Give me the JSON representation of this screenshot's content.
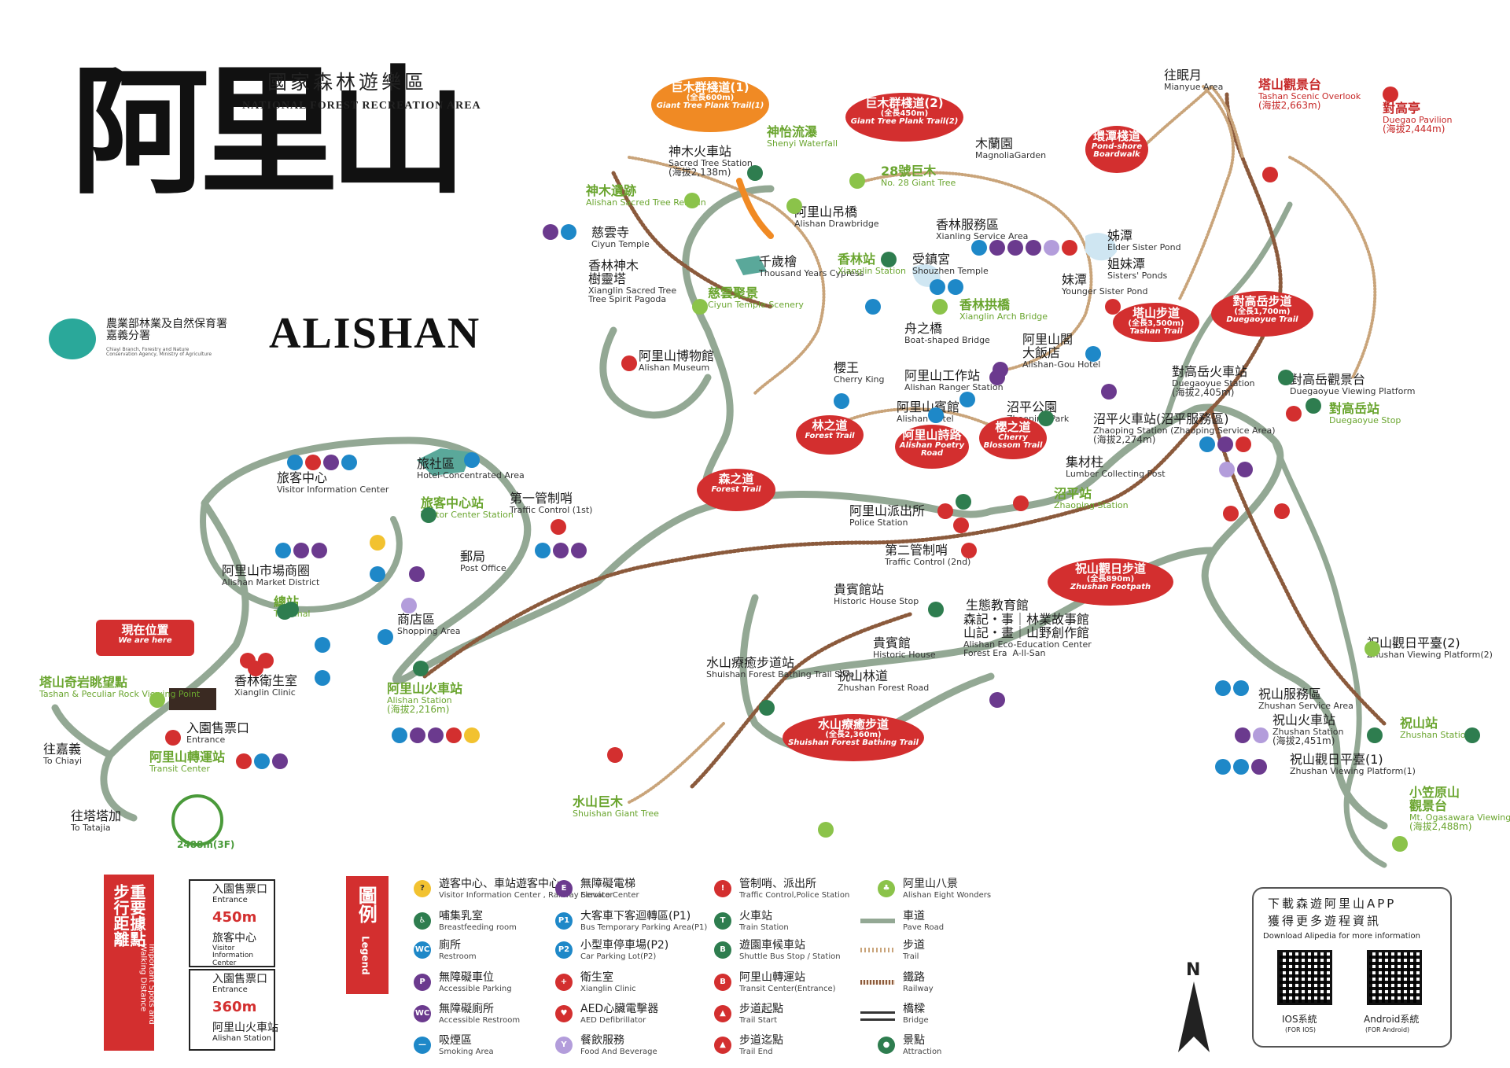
{
  "title": {
    "big": "阿里山",
    "zh": "國家森林遊樂區",
    "en": "NATIONAL FOREST RECREATION AREA",
    "alishan": "ALISHAN",
    "agency_zh": "農業部林業及自然保育署\n嘉義分署",
    "agency_en": "Chiayi Branch, Forestry and Nature Conservation Agency, Ministry of Agriculture"
  },
  "colors": {
    "road": "#93a894",
    "trail": "#c9a47a",
    "railway": "#8b5a3c",
    "red": "#d32f2f",
    "orange": "#f08a24",
    "green": "#6aa52f"
  },
  "labels": [
    {
      "zh": "往眠月",
      "en": "Mianyue Area"
    },
    {
      "zh": "神木火車站",
      "en": "Sacred Tree Station",
      "extra": "(海拔2,138m)"
    },
    {
      "zh": "神怡流瀑",
      "en": "Shenyi Waterfall"
    },
    {
      "zh": "28號巨木",
      "en": "No. 28 Giant Tree"
    },
    {
      "zh": "木蘭園",
      "en": "MagnoliaGarden"
    },
    {
      "zh": "神木遺跡",
      "en": "Alishan Sacred Tree Remain"
    },
    {
      "zh": "慈雲寺",
      "en": "Ciyun Temple"
    },
    {
      "zh": "阿里山吊橋",
      "en": "Alishan Drawbridge"
    },
    {
      "zh": "香林服務區",
      "en": "Xianling Service Area"
    },
    {
      "zh": "香林神木\n樹靈塔",
      "en": "Xianglin Sacred Tree\nTree Spirit Pagoda"
    },
    {
      "zh": "千歲檜",
      "en": "Thousand Years Cypress"
    },
    {
      "zh": "香林站",
      "en": "Xianglin Station"
    },
    {
      "zh": "受鎮宮",
      "en": "Shouzhen Temple"
    },
    {
      "zh": "姊潭",
      "en": "Elder Sister Pond"
    },
    {
      "zh": "姐妹潭",
      "en": "Sisters' Ponds"
    },
    {
      "zh": "妹潭",
      "en": "Younger Sister Pond"
    },
    {
      "zh": "慈雲聚景",
      "en": "Ciyun Temple Scenery"
    },
    {
      "zh": "香林拱橋",
      "en": "Xianglin Arch Bridge"
    },
    {
      "zh": "舟之橋",
      "en": "Boat-shaped Bridge"
    },
    {
      "zh": "阿里山閣\n大飯店",
      "en": "Alishan-Gou Hotel"
    },
    {
      "zh": "阿里山博物館",
      "en": "Alishan Museum"
    },
    {
      "zh": "櫻王",
      "en": "Cherry King"
    },
    {
      "zh": "阿里山工作站",
      "en": "Alishan Ranger Station"
    },
    {
      "zh": "阿里山賓館",
      "en": "Alishan Hotel"
    },
    {
      "zh": "沼平公園",
      "en": "Zhaoping Park"
    },
    {
      "zh": "沼平火車站(沼平服務區)",
      "en": "Zhaoping Station (Zhaoping Service Area)",
      "extra": "(海拔2,274m)"
    },
    {
      "zh": "集材柱",
      "en": "Lumber Collecting Post"
    },
    {
      "zh": "沼平站",
      "en": "Zhaoping Station"
    },
    {
      "zh": "對高岳火車站",
      "en": "Duegaoyue Station",
      "extra": "(海拔2,405m)"
    },
    {
      "zh": "對高岳觀景台",
      "en": "Duegaoyue Viewing Platform"
    },
    {
      "zh": "對高岳站",
      "en": "Duegaoyue Stop"
    },
    {
      "zh": "塔山觀景台",
      "en": "Tashan Scenic Overlook",
      "extra": "(海拔2,663m)"
    },
    {
      "zh": "對高亭",
      "en": "Duegao Pavilion",
      "extra": "(海拔2,444m)"
    },
    {
      "zh": "旅社區",
      "en": "Hotel-Concentrated Area"
    },
    {
      "zh": "旅客中心",
      "en": "Visitor Information Center"
    },
    {
      "zh": "旅客中心站",
      "en": "Visitor Center Station"
    },
    {
      "zh": "第一管制哨",
      "en": "Traffic Control (1st)"
    },
    {
      "zh": "阿里山派出所",
      "en": "Police Station"
    },
    {
      "zh": "第二管制哨",
      "en": "Traffic Control (2nd)"
    },
    {
      "zh": "郵局",
      "en": "Post Office"
    },
    {
      "zh": "阿里山市場商圈",
      "en": "Alishan Market District"
    },
    {
      "zh": "總站",
      "en": "Terminal"
    },
    {
      "zh": "商店區",
      "en": "Shopping Area"
    },
    {
      "zh": "貴賓館站",
      "en": "Historic House Stop"
    },
    {
      "zh": "生態教育館",
      "en": ""
    },
    {
      "zh": "森記・事｜林業故事館\n山記・畫｜山野創作館",
      "en": "Alishan Eco-Education Center\nForest Era  A-ll-San"
    },
    {
      "zh": "貴賓館",
      "en": "Historic House"
    },
    {
      "zh": "祝山林道",
      "en": "Zhushan Forest Road"
    },
    {
      "zh": "水山療癒步道站",
      "en": "Shuishan Forest Bathing Trail Stop"
    },
    {
      "zh": "香林衛生室",
      "en": "Xianglin Clinic"
    },
    {
      "zh": "阿里山火車站",
      "en": "Alishan Station",
      "extra": "(海拔2,216m)"
    },
    {
      "zh": "塔山奇岩眺望點",
      "en": "Tashan & Peculiar Rock Viewing Point"
    },
    {
      "zh": "入園售票口",
      "en": "Entrance"
    },
    {
      "zh": "往嘉義",
      "en": "To Chiayi"
    },
    {
      "zh": "阿里山轉運站",
      "en": "Transit Center"
    },
    {
      "zh": "往塔塔加",
      "en": "To Tatajia"
    },
    {
      "zh": "水山巨木",
      "en": "Shuishan Giant Tree"
    },
    {
      "zh": "祝山觀日平臺(2)",
      "en": "Zhushan Viewing Platform(2)"
    },
    {
      "zh": "祝山服務區",
      "en": "Zhushan Service Area"
    },
    {
      "zh": "祝山火車站",
      "en": "Zhushan Station",
      "extra": "(海拔2,451m)"
    },
    {
      "zh": "祝山站",
      "en": "Zhushan Station"
    },
    {
      "zh": "祝山觀日平臺(1)",
      "en": "Zhushan Viewing Platform(1)"
    },
    {
      "zh": "小笠原山\n觀景台",
      "en": "Mt. Ogasawara Viewing Platform",
      "extra": "(海拔2,488m)"
    }
  ],
  "bubbles": [
    {
      "zh": "巨木群棧道(1)",
      "len": "(全長600m)",
      "en": "Giant Tree Plank Trail(1)"
    },
    {
      "zh": "巨木群棧道(2)",
      "len": "(全長450m)",
      "en": "Giant Tree Plank Trail(2)"
    },
    {
      "zh": "環潭棧道",
      "len": "",
      "en": "Pond-shore Boardwalk"
    },
    {
      "zh": "塔山步道",
      "len": "(全長3,500m)",
      "en": "Tashan Trail"
    },
    {
      "zh": "對高岳步道",
      "len": "(全長1,700m)",
      "en": "Duegaoyue Trail"
    },
    {
      "zh": "林之道",
      "len": "",
      "en": "Forest Trail"
    },
    {
      "zh": "阿里山詩路",
      "len": "",
      "en": "Alishan Poetry Road"
    },
    {
      "zh": "櫻之道",
      "len": "",
      "en": "Cherry Blossom Trail"
    },
    {
      "zh": "森之道",
      "len": "",
      "en": "Forest Trail"
    },
    {
      "zh": "祝山觀日步道",
      "len": "(全長890m)",
      "en": "Zhushan Footpath"
    },
    {
      "zh": "水山療癒步道",
      "len": "(全長2,360m)",
      "en": "Shuishan Forest Bathing Trail"
    },
    {
      "zh": "現在位置",
      "len": "",
      "en": "We are here"
    }
  ],
  "altitude_badge": "2488m(3F)",
  "walking": {
    "title_zh": "重要據點\n步行距離",
    "title_en": "Important Spots and Walking Distance",
    "box1": {
      "a_zh": "入園售票口",
      "a_en": "Entrance",
      "dist": "450m",
      "b_zh": "旅客中心",
      "b_en": "Visitor Information Center"
    },
    "box2": {
      "a_zh": "入園售票口",
      "a_en": "Entrance",
      "dist": "360m",
      "b_zh": "阿里山火車站",
      "b_en": "Alishan Station"
    }
  },
  "legend": {
    "title_zh": "圖例",
    "title_en": "Legend",
    "items": [
      {
        "zh": "遊客中心、車站遊客中心",
        "en": "Visitor Information Center , Railway Service Center",
        "icon": "?"
      },
      {
        "zh": "哺集乳室",
        "en": "Breastfeeding room",
        "icon": "♿"
      },
      {
        "zh": "廁所",
        "en": "Restroom",
        "icon": "WC"
      },
      {
        "zh": "無障礙車位",
        "en": "Accessible Parking",
        "icon": "P"
      },
      {
        "zh": "無障礙廁所",
        "en": "Accessible Restroom",
        "icon": "WC"
      },
      {
        "zh": "吸煙區",
        "en": "Smoking Area",
        "icon": "—"
      },
      {
        "zh": "無障礙電梯",
        "en": "Elevator",
        "icon": "E"
      },
      {
        "zh": "大客車下客迴轉區(P1)",
        "en": "Bus Temporary Parking Area(P1)",
        "icon": "P1"
      },
      {
        "zh": "小型車停車場(P2)",
        "en": "Car Parking Lot(P2)",
        "icon": "P2"
      },
      {
        "zh": "衛生室",
        "en": "Xianglin Clinic",
        "icon": "+"
      },
      {
        "zh": "AED心臟電擊器",
        "en": "AED Defibrillator",
        "icon": "♥"
      },
      {
        "zh": "餐飲服務",
        "en": "Food And Beverage",
        "icon": "Y"
      },
      {
        "zh": "管制哨、派出所",
        "en": "Traffic Control,Police Station",
        "icon": "!"
      },
      {
        "zh": "火車站",
        "en": "Train Station",
        "icon": "T"
      },
      {
        "zh": "遊園車候車站",
        "en": "Shuttle Bus Stop / Station",
        "icon": "B"
      },
      {
        "zh": "阿里山轉運站",
        "en": "Transit Center(Entrance)",
        "icon": "B"
      },
      {
        "zh": "步道起點",
        "en": "Trail Start",
        "icon": "▲"
      },
      {
        "zh": "步道迄點",
        "en": "Trail End",
        "icon": "▲"
      },
      {
        "zh": "阿里山八景",
        "en": "Alishan Eight Wonders",
        "icon": "♣"
      },
      {
        "zh": "車道",
        "en": "Pave Road",
        "icon": ""
      },
      {
        "zh": "步道",
        "en": "Trail",
        "icon": ""
      },
      {
        "zh": "鐵路",
        "en": "Railway",
        "icon": ""
      },
      {
        "zh": "橋樑",
        "en": "Bridge",
        "icon": ""
      },
      {
        "zh": "景點",
        "en": "Attraction",
        "icon": "●"
      }
    ]
  },
  "app": {
    "zh1": "下載森遊阿里山APP",
    "zh2": "獲得更多遊程資訊",
    "en": "Download Alipedia for more information",
    "ios_zh": "IOS系統",
    "ios_en": "(FOR IOS)",
    "and_zh": "Android系統",
    "and_en": "(FOR Android)"
  },
  "north": "N"
}
